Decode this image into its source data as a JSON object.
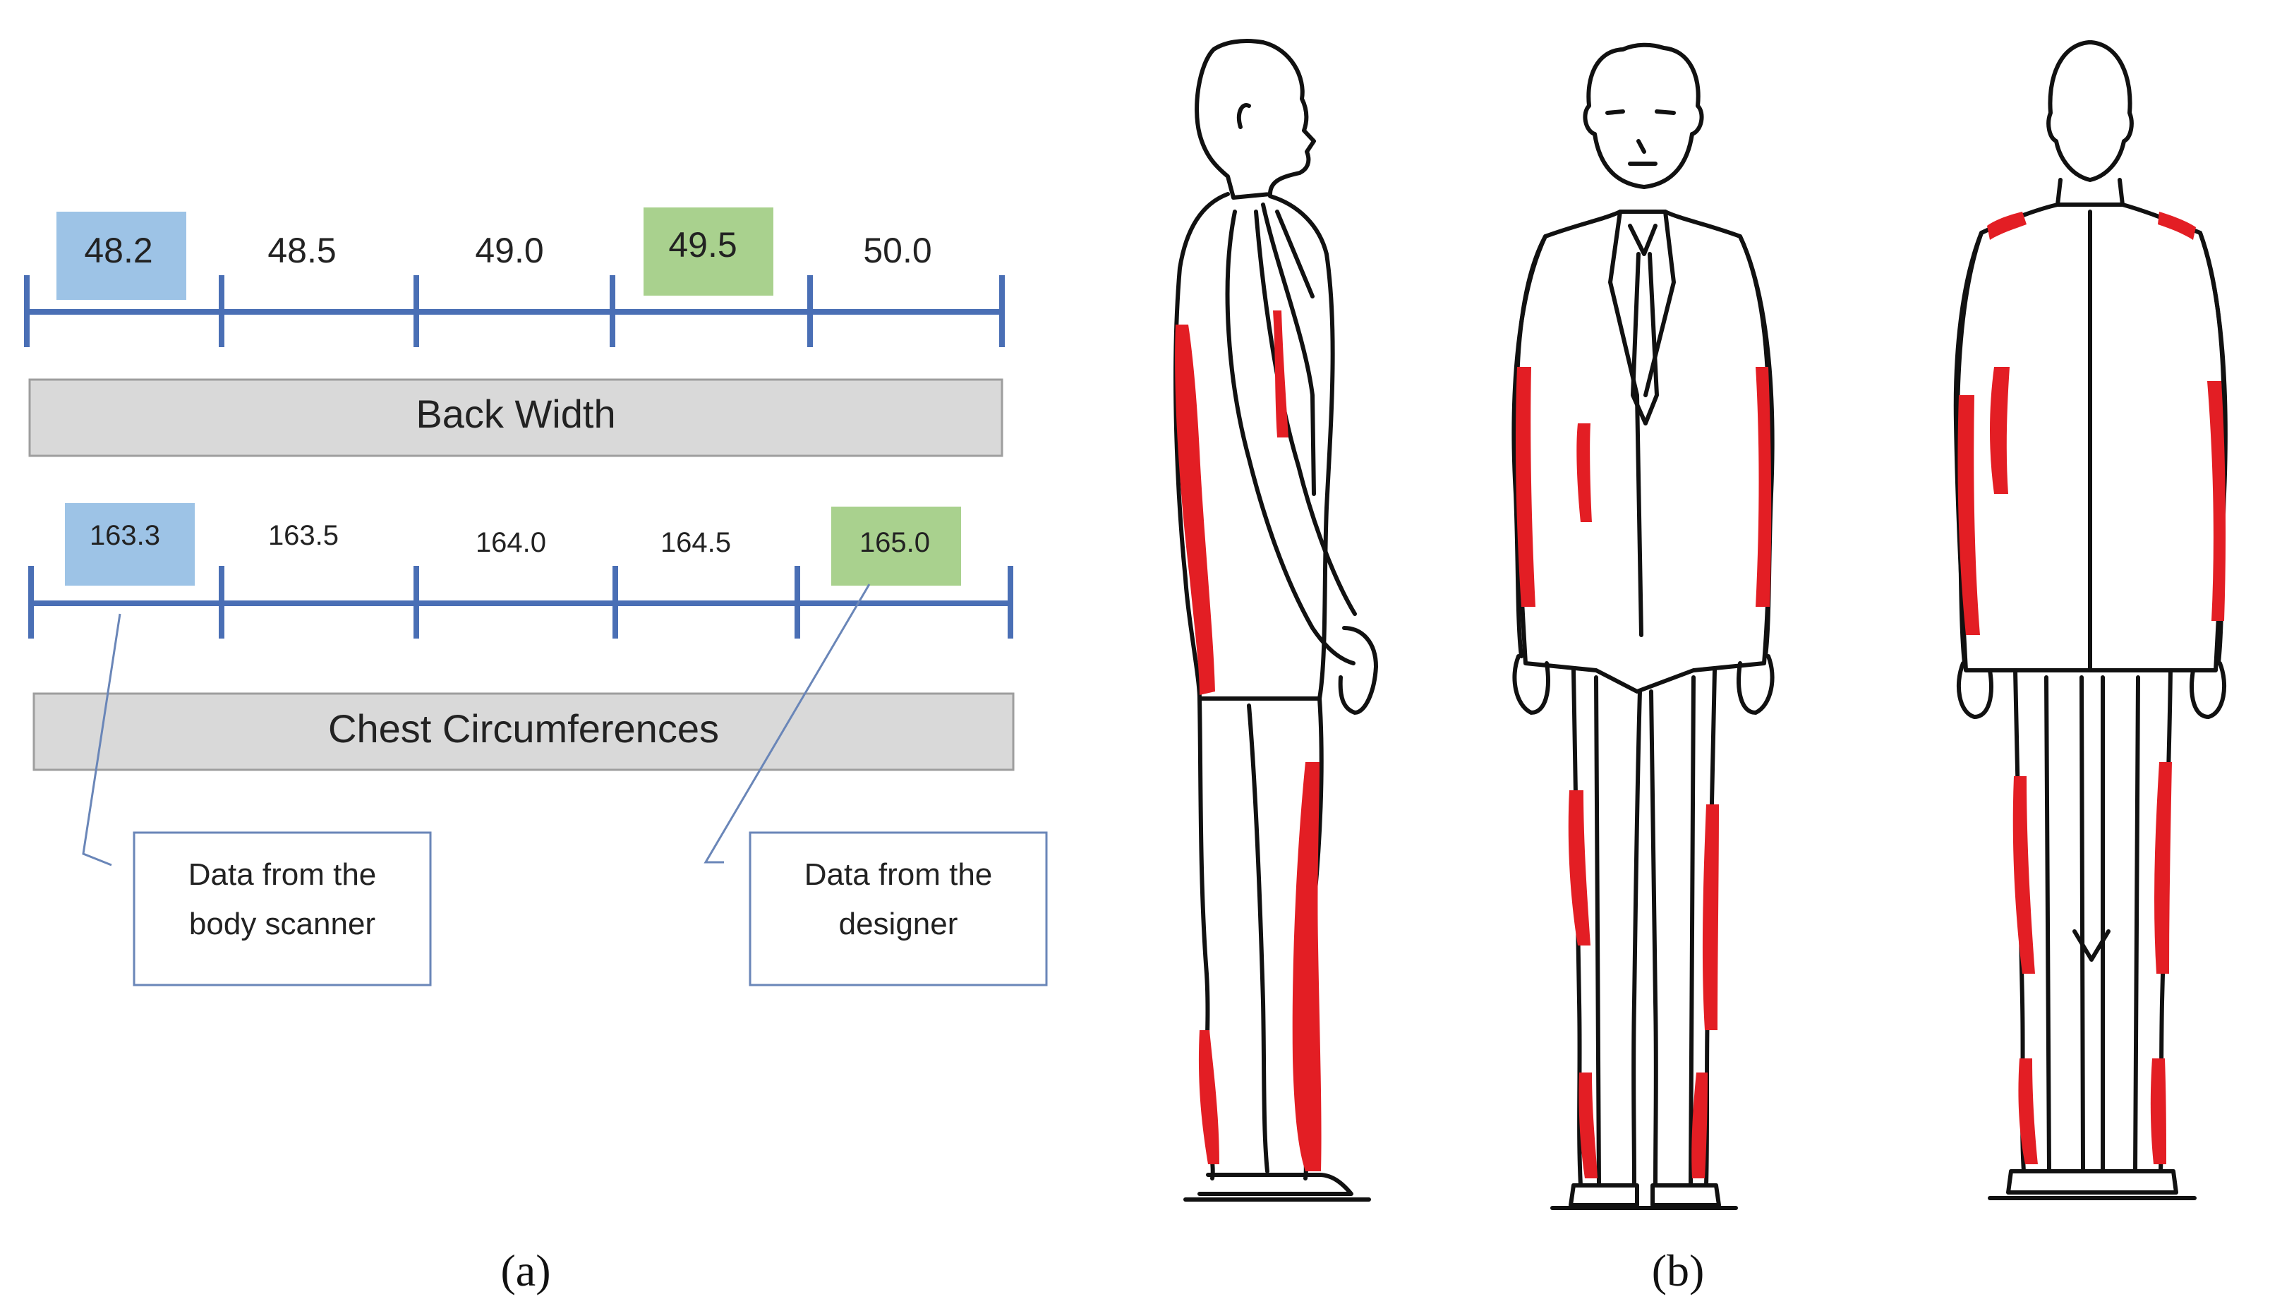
{
  "panel_a": {
    "back_width": {
      "label": "Back Width",
      "ticks": [
        {
          "text": "48.2",
          "highlight": "blue"
        },
        {
          "text": "48.5",
          "highlight": "none"
        },
        {
          "text": "49.0",
          "highlight": "none"
        },
        {
          "text": "49.5",
          "highlight": "green"
        },
        {
          "text": "50.0",
          "highlight": "none"
        }
      ]
    },
    "chest": {
      "label": "Chest Circumferences",
      "ticks": [
        {
          "text": "163.3",
          "highlight": "blue"
        },
        {
          "text": "163.5",
          "highlight": "none"
        },
        {
          "text": "164.0",
          "highlight": "none"
        },
        {
          "text": "164.5",
          "highlight": "none"
        },
        {
          "text": "165.0",
          "highlight": "green"
        }
      ]
    },
    "callouts": {
      "scanner_line1": "Data from the",
      "scanner_line2": "body scanner",
      "designer_line1": "Data from the",
      "designer_line2": "designer"
    },
    "caption": "(a)"
  },
  "panel_b": {
    "caption": "(b)",
    "views": [
      "side-view-figure",
      "front-view-figure",
      "back-view-figure"
    ]
  },
  "colors": {
    "axis": "#4a6fb5",
    "blue_highlight": "#9dc3e6",
    "green_highlight": "#a9d18e",
    "bar_fill": "#d9d9d9",
    "callout_border": "#6a86b8",
    "misfit_red": "#e31e24"
  }
}
